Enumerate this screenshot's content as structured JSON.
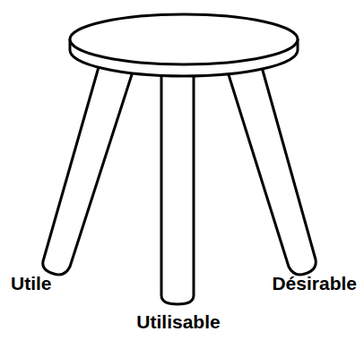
{
  "diagram": {
    "labels": [
      "Utile",
      "Utilisable",
      "Désirable"
    ]
  }
}
